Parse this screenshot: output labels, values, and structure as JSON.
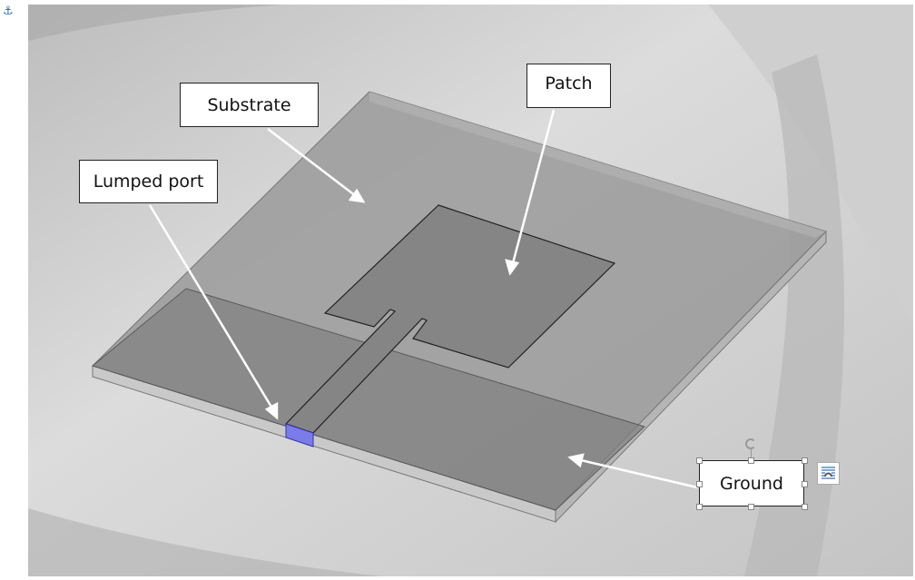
{
  "figure": {
    "labels": {
      "substrate": "Substrate",
      "patch": "Patch",
      "lumped_port": "Lumped port",
      "ground": "Ground"
    },
    "selected_label": "ground",
    "colors": {
      "port": "#7b7bea",
      "anchor": "#2e6db4"
    }
  },
  "icons": {
    "anchor": "⚓"
  }
}
